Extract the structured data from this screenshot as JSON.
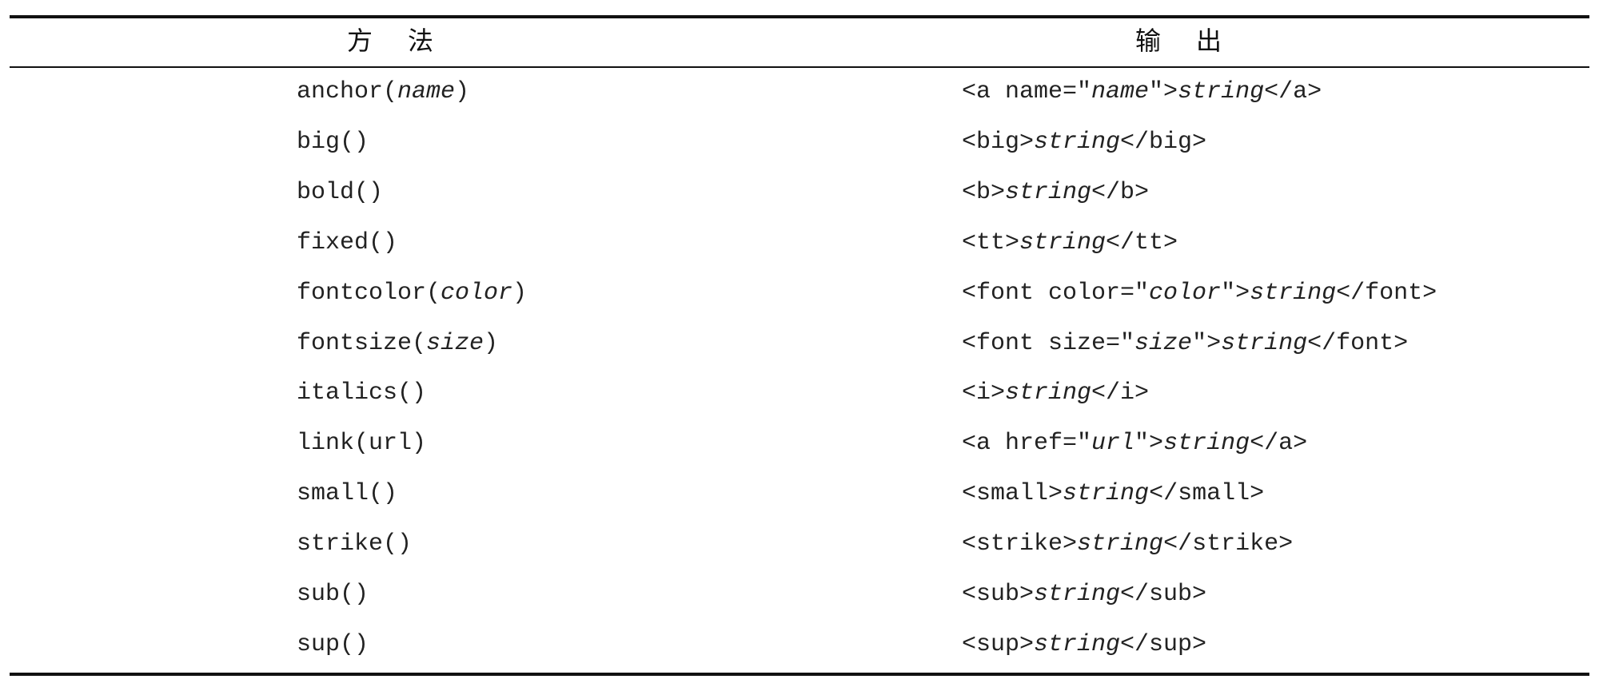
{
  "table": {
    "header": {
      "method": "方法",
      "output": "输出"
    },
    "rows": [
      {
        "method": [
          {
            "t": "anchor("
          },
          {
            "t": "name",
            "i": true
          },
          {
            "t": ")"
          }
        ],
        "output": [
          {
            "t": "<a name=\""
          },
          {
            "t": "name",
            "i": true
          },
          {
            "t": "\">"
          },
          {
            "t": "string",
            "i": true
          },
          {
            "t": "</a>"
          }
        ]
      },
      {
        "method": [
          {
            "t": "big()"
          }
        ],
        "output": [
          {
            "t": "<big>"
          },
          {
            "t": "string",
            "i": true
          },
          {
            "t": "</big>"
          }
        ]
      },
      {
        "method": [
          {
            "t": "bold()"
          }
        ],
        "output": [
          {
            "t": "<b>"
          },
          {
            "t": "string",
            "i": true
          },
          {
            "t": "</b>"
          }
        ]
      },
      {
        "method": [
          {
            "t": "fixed()"
          }
        ],
        "output": [
          {
            "t": "<tt>"
          },
          {
            "t": "string",
            "i": true
          },
          {
            "t": "</tt>"
          }
        ]
      },
      {
        "method": [
          {
            "t": "fontcolor("
          },
          {
            "t": "color",
            "i": true
          },
          {
            "t": ")"
          }
        ],
        "output": [
          {
            "t": "<font color=\""
          },
          {
            "t": "color",
            "i": true
          },
          {
            "t": "\">"
          },
          {
            "t": "string",
            "i": true
          },
          {
            "t": "</font>"
          }
        ]
      },
      {
        "method": [
          {
            "t": "fontsize("
          },
          {
            "t": "size",
            "i": true
          },
          {
            "t": ")"
          }
        ],
        "output": [
          {
            "t": "<font size=\""
          },
          {
            "t": "size",
            "i": true
          },
          {
            "t": "\">"
          },
          {
            "t": "string",
            "i": true
          },
          {
            "t": "</font>"
          }
        ]
      },
      {
        "method": [
          {
            "t": "italics()"
          }
        ],
        "output": [
          {
            "t": "<i>"
          },
          {
            "t": "string",
            "i": true
          },
          {
            "t": "</i>"
          }
        ]
      },
      {
        "method": [
          {
            "t": "link(url)"
          }
        ],
        "output": [
          {
            "t": "<a href=\""
          },
          {
            "t": "url",
            "i": true
          },
          {
            "t": "\">"
          },
          {
            "t": "string",
            "i": true
          },
          {
            "t": "</a>"
          }
        ]
      },
      {
        "method": [
          {
            "t": "small()"
          }
        ],
        "output": [
          {
            "t": "<small>"
          },
          {
            "t": "string",
            "i": true
          },
          {
            "t": "</small>"
          }
        ]
      },
      {
        "method": [
          {
            "t": "strike()"
          }
        ],
        "output": [
          {
            "t": "<strike>"
          },
          {
            "t": "string",
            "i": true
          },
          {
            "t": "</strike>"
          }
        ]
      },
      {
        "method": [
          {
            "t": "sub()"
          }
        ],
        "output": [
          {
            "t": "<sub>"
          },
          {
            "t": "string",
            "i": true
          },
          {
            "t": "</sub>"
          }
        ]
      },
      {
        "method": [
          {
            "t": "sup()"
          }
        ],
        "output": [
          {
            "t": "<sup>"
          },
          {
            "t": "string",
            "i": true
          },
          {
            "t": "</sup>"
          }
        ]
      }
    ]
  }
}
